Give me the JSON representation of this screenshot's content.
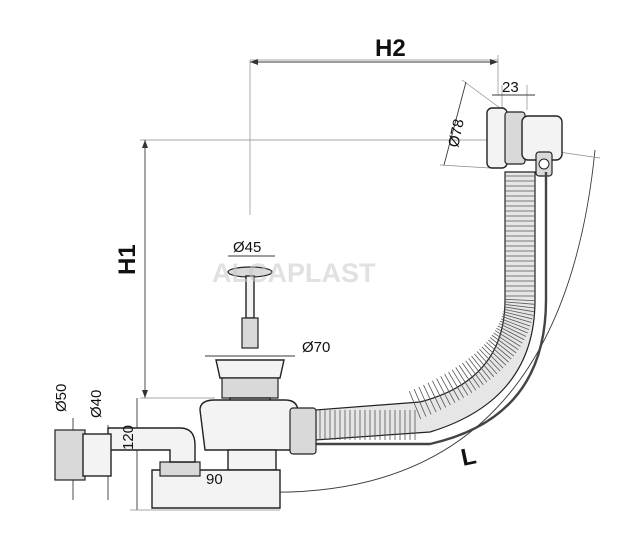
{
  "labels": {
    "h2": "H2",
    "h1": "H1",
    "d23": "23",
    "d78": "Ø78",
    "d45": "Ø45",
    "d70": "Ø70",
    "d50": "Ø50",
    "d40": "Ø40",
    "d120": "120",
    "d90": "90",
    "l": "L"
  },
  "watermark": "ALCAPLAST"
}
